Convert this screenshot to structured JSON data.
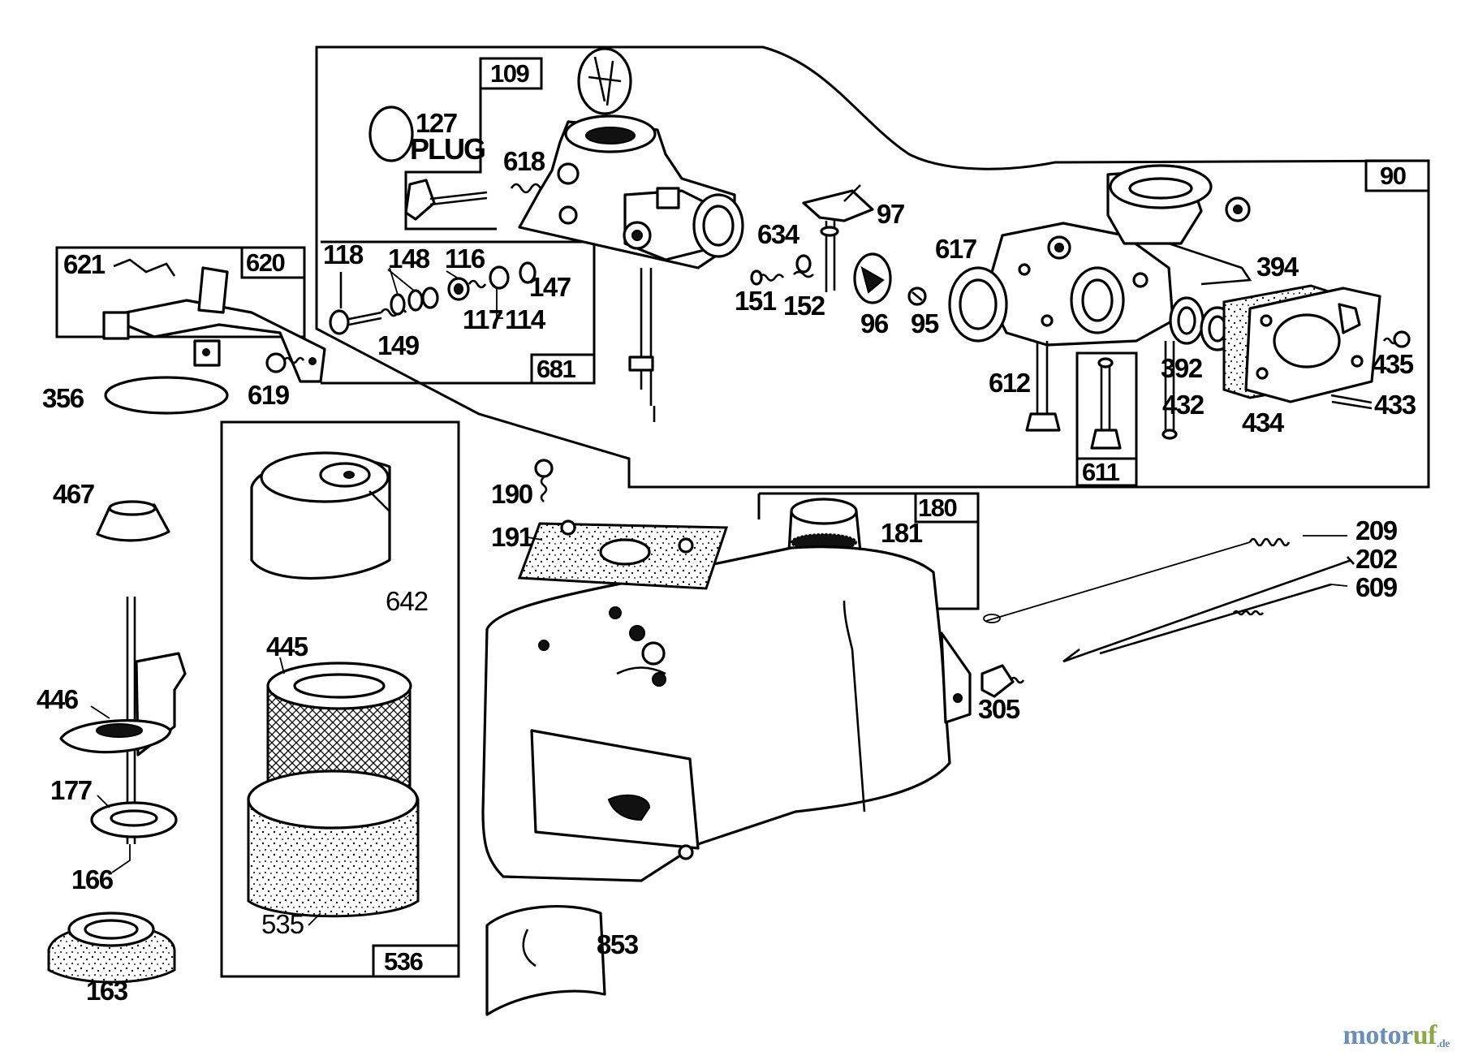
{
  "labels": {
    "l109": "109",
    "l127": "127",
    "plug": "PLUG",
    "l618": "618",
    "l97": "97",
    "l634": "634",
    "l90": "90",
    "l617": "617",
    "l394": "394",
    "l151": "151",
    "l152": "152",
    "l96": "96",
    "l95": "95",
    "l435": "435",
    "l392": "392",
    "l612": "612",
    "l432": "432",
    "l433": "433",
    "l434": "434",
    "l611": "611",
    "l118": "118",
    "l148": "148",
    "l116": "116",
    "l147": "147",
    "l149": "149",
    "l117": "117",
    "l114": "114",
    "l681": "681",
    "l621": "621",
    "l620": "620",
    "l356": "356",
    "l619": "619",
    "l467": "467",
    "l642": "642",
    "l445": "445",
    "l446": "446",
    "l177": "177",
    "l166": "166",
    "l163": "163",
    "l535": "535",
    "l536": "536",
    "l190": "190",
    "l191": "191",
    "l180": "180",
    "l181": "181",
    "l209": "209",
    "l202": "202",
    "l609": "609",
    "l305": "305",
    "l853": "853"
  },
  "watermark": {
    "part_a": "motor",
    "part_b": "uf",
    "part_c": ".de"
  }
}
